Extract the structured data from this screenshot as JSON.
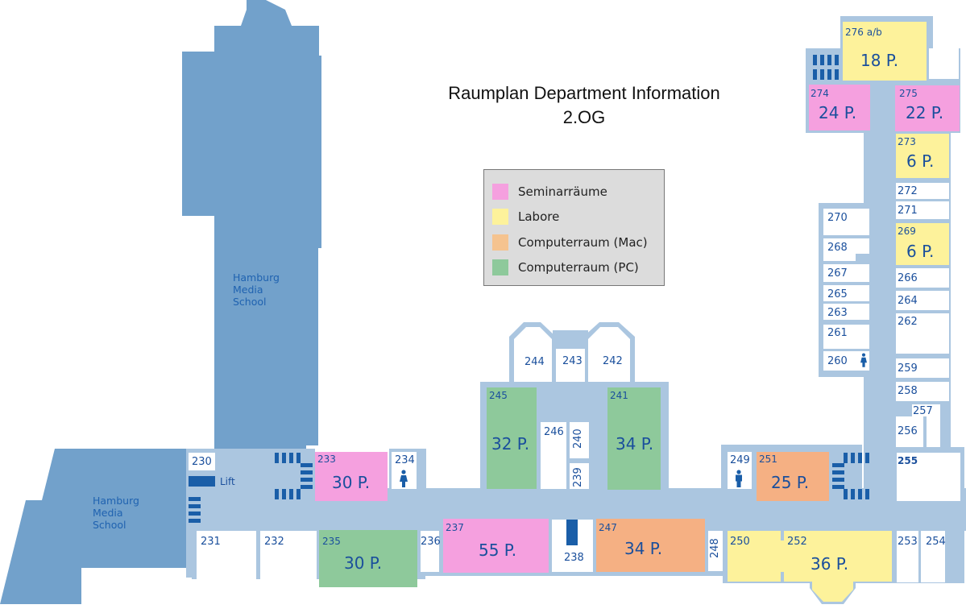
{
  "title": {
    "line1": "Raumplan Department Information",
    "line2": "2.OG"
  },
  "colors": {
    "seminar": "#f5a0df",
    "labor": "#fdf29b",
    "mac": "#f5b083",
    "pc": "#8ec99b",
    "corridor": "#abc6e0",
    "building": "#72a1cb",
    "stairs": "#1a5ea8",
    "text": "#1a4f9c"
  },
  "legend": {
    "items": [
      {
        "label": "Seminarräume",
        "color": "#f5a0df"
      },
      {
        "label": "Labore",
        "color": "#fdf29b"
      },
      {
        "label": "Computerraum (Mac)",
        "color": "#f5b083"
      },
      {
        "label": "Computerraum (PC)",
        "color": "#8ec99b"
      }
    ]
  },
  "neighbor_building": {
    "name_top": [
      "Hamburg",
      "Media",
      "School"
    ],
    "name_bottom": [
      "Hamburg",
      "Media",
      "School"
    ]
  },
  "lift_label": "Lift",
  "rooms": [
    {
      "number": "230",
      "type": "other"
    },
    {
      "number": "231",
      "type": "other"
    },
    {
      "number": "232",
      "type": "other"
    },
    {
      "number": "233",
      "type": "seminar",
      "capacity": "30 P."
    },
    {
      "number": "234",
      "type": "wc-women"
    },
    {
      "number": "235",
      "type": "pc",
      "capacity": "30 P."
    },
    {
      "number": "236",
      "type": "other"
    },
    {
      "number": "237",
      "type": "seminar",
      "capacity": "55 P."
    },
    {
      "number": "238",
      "type": "other"
    },
    {
      "number": "239",
      "type": "other"
    },
    {
      "number": "240",
      "type": "other"
    },
    {
      "number": "241",
      "type": "pc",
      "capacity": "34 P."
    },
    {
      "number": "242",
      "type": "other"
    },
    {
      "number": "243",
      "type": "other"
    },
    {
      "number": "244",
      "type": "other"
    },
    {
      "number": "245",
      "type": "pc",
      "capacity": "32 P."
    },
    {
      "number": "246",
      "type": "other"
    },
    {
      "number": "247",
      "type": "mac",
      "capacity": "34 P."
    },
    {
      "number": "248",
      "type": "other"
    },
    {
      "number": "249",
      "type": "wc-men"
    },
    {
      "number": "250",
      "type": "labor"
    },
    {
      "number": "251",
      "type": "mac",
      "capacity": "25 P."
    },
    {
      "number": "252",
      "type": "labor",
      "capacity": "36 P."
    },
    {
      "number": "253",
      "type": "other"
    },
    {
      "number": "254",
      "type": "other"
    },
    {
      "number": "255",
      "type": "other"
    },
    {
      "number": "256",
      "type": "other"
    },
    {
      "number": "257",
      "type": "other"
    },
    {
      "number": "258",
      "type": "other"
    },
    {
      "number": "259",
      "type": "other"
    },
    {
      "number": "260",
      "type": "wc-women"
    },
    {
      "number": "261",
      "type": "other"
    },
    {
      "number": "262",
      "type": "other"
    },
    {
      "number": "263",
      "type": "other"
    },
    {
      "number": "264",
      "type": "other"
    },
    {
      "number": "265",
      "type": "other"
    },
    {
      "number": "266",
      "type": "other"
    },
    {
      "number": "267",
      "type": "other"
    },
    {
      "number": "268",
      "type": "other"
    },
    {
      "number": "269",
      "type": "labor",
      "capacity": "6 P."
    },
    {
      "number": "270",
      "type": "other"
    },
    {
      "number": "271",
      "type": "other"
    },
    {
      "number": "272",
      "type": "other"
    },
    {
      "number": "273",
      "type": "labor",
      "capacity": "6 P."
    },
    {
      "number": "274",
      "type": "seminar",
      "capacity": "24 P."
    },
    {
      "number": "275",
      "type": "seminar",
      "capacity": "22 P."
    },
    {
      "number": "276 a/b",
      "type": "labor",
      "capacity": "18 P."
    }
  ]
}
